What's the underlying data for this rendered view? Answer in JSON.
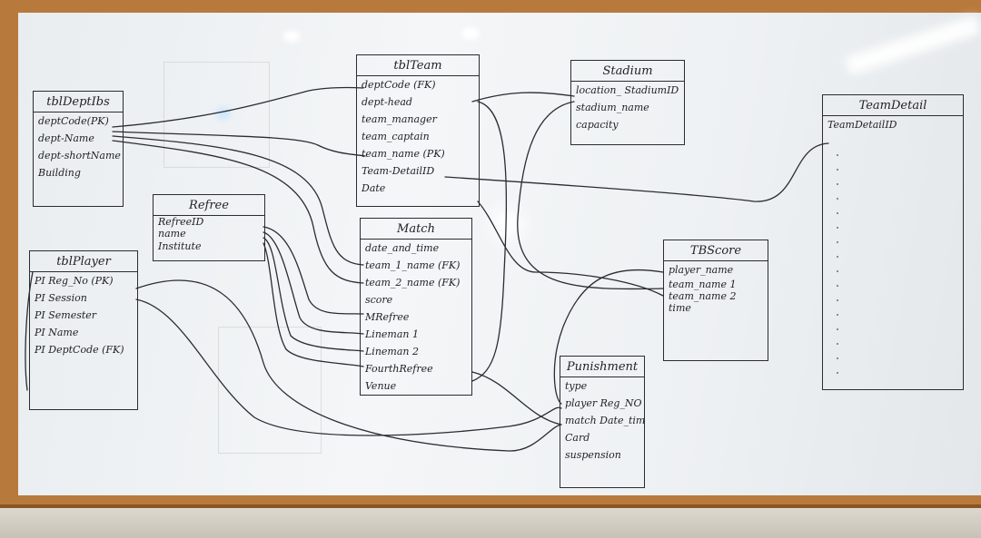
{
  "diagram": {
    "entities": [
      {
        "id": "tbl-dept",
        "title": "tblDeptIbs",
        "fields": [
          "deptCode(PK)",
          "dept-Name",
          "dept-shortName",
          "Building"
        ]
      },
      {
        "id": "tbl-team",
        "title": "tblTeam",
        "fields": [
          "deptCode (FK)",
          "dept-head",
          "team_manager",
          "team_captain",
          "team_name (PK)",
          "Team-DetailID",
          "Date"
        ]
      },
      {
        "id": "stadium",
        "title": "Stadium",
        "fields": [
          "location_ StadiumID",
          "stadium_name",
          "capacity"
        ]
      },
      {
        "id": "team-detail",
        "title": "TeamDetail",
        "fields": [
          "TeamDetailID"
        ]
      },
      {
        "id": "referee",
        "title": "Refree",
        "fields": [
          "RefreeID",
          "name",
          "Institute"
        ]
      },
      {
        "id": "match",
        "title": "Match",
        "fields": [
          "date_and_time",
          "team_1_name (FK)",
          "team_2_name (FK)",
          "score",
          "MRefree",
          "Lineman 1",
          "Lineman 2",
          "FourthRefree",
          "Venue"
        ]
      },
      {
        "id": "tb-score",
        "title": "TBScore",
        "fields": [
          "player_name",
          "team_name 1",
          "team_name 2",
          "time"
        ]
      },
      {
        "id": "tbl-player",
        "title": "tblPlayer",
        "fields": [
          "PI Reg_No (PK)",
          "PI Session",
          "PI Semester",
          "",
          "",
          "PI Name",
          "PI DeptCode (FK)"
        ]
      },
      {
        "id": "punishment",
        "title": "Punishment",
        "fields": [
          "type",
          "player Reg_NO",
          "match Date_time",
          "Card",
          "suspension"
        ]
      }
    ]
  }
}
